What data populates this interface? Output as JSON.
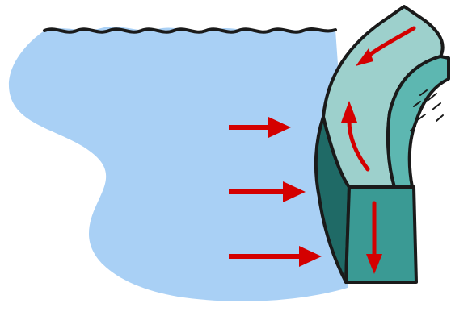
{
  "diagram": {
    "colors": {
      "background": "#ffffff",
      "water": "#a9d0f5",
      "outline": "#1a1a1a",
      "dam_front": "#3a9a94",
      "dam_top": "#9dd0cc",
      "dam_shadow": "#1f6a66",
      "dam_inner": "#5db7b1",
      "arrow": "#d40000"
    },
    "water_pressure_arrows": {
      "count": 3,
      "direction": "right"
    },
    "internal_force_arrows": {
      "along_arch_direction": "counterclockwise-down",
      "vertical_direction": "down"
    },
    "icons": [
      "water-body",
      "arch-dam",
      "pressure-arrow",
      "force-arrow"
    ]
  }
}
